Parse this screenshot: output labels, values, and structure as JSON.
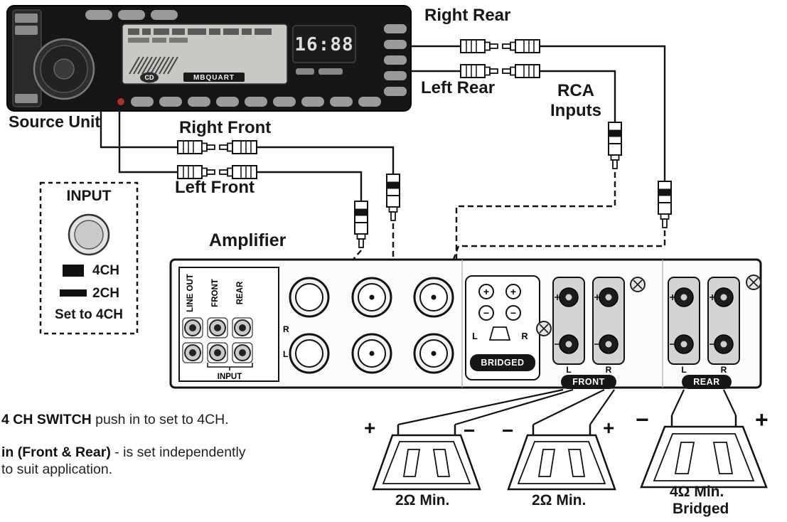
{
  "head_unit": {
    "brand": "MBQUART",
    "clock": "16:88",
    "cd_badge": "CD"
  },
  "labels": {
    "source_unit": "Source Unit",
    "right_rear": "Right Rear",
    "left_rear": "Left Rear",
    "rca_inputs_line1": "RCA",
    "rca_inputs_line2": "Inputs",
    "right_front": "Right Front",
    "left_front": "Left Front",
    "amplifier": "Amplifier"
  },
  "input_box": {
    "title": "INPUT",
    "ch4": "4CH",
    "ch2": "2CH",
    "setting": "Set to 4CH"
  },
  "amp_panel": {
    "col_labels": [
      "LINE OUT",
      "FRONT",
      "REAR"
    ],
    "row_r": "R",
    "row_l": "L",
    "input_label": "INPUT",
    "bridged": {
      "label": "BRIDGED",
      "l": "L",
      "r": "R",
      "plus": "+",
      "minus": "−"
    },
    "front": {
      "label": "FRONT",
      "l": "L",
      "r": "R"
    },
    "rear": {
      "label": "REAR",
      "l": "L",
      "r": "R"
    }
  },
  "speakers": [
    {
      "left_sign": "+",
      "right_sign": "−",
      "label": "2Ω Min."
    },
    {
      "left_sign": "−",
      "right_sign": "+",
      "label": "2Ω Min."
    },
    {
      "left_sign": "−",
      "right_sign": "+",
      "label": "4Ω Min.",
      "label2": "Bridged"
    }
  ],
  "notes": [
    {
      "bold": "4 CH SWITCH",
      "rest": " push in to set to 4CH."
    },
    {
      "bold": "in (Front & Rear)",
      "rest": " - is set independently to suit application."
    }
  ]
}
